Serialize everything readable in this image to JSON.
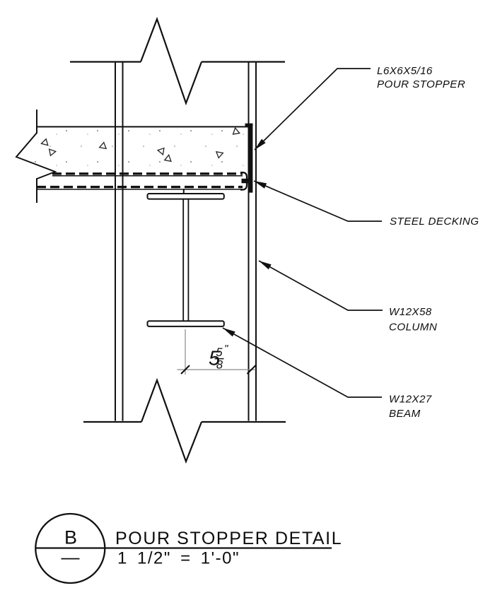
{
  "drawing": {
    "labels": {
      "pour_stopper": {
        "line1": "L6X6X5/16",
        "line2": "POUR STOPPER"
      },
      "steel_decking": {
        "line1": "STEEL DECKING"
      },
      "column": {
        "line1": "W12X58",
        "line2": "COLUMN"
      },
      "beam": {
        "line1": "W12X27",
        "line2": "BEAM"
      }
    },
    "dimension": {
      "whole": "5",
      "numerator": "5",
      "denominator": "8",
      "unit": "\""
    }
  },
  "title_block": {
    "detail_letter": "B",
    "sheet_ref": "—",
    "title": "POUR STOPPER DETAIL",
    "scale": "1 1/2\" = 1'-0\""
  },
  "colors": {
    "line": "#111111",
    "dim_line": "#8a8a8a",
    "background": "#ffffff"
  }
}
